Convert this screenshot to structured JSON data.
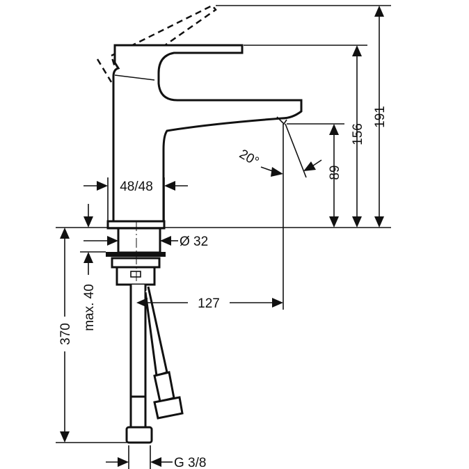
{
  "title": "Basin mixer dimension drawing",
  "dimensions": {
    "total_height": "191",
    "lever_height": "156",
    "spout_height": "89",
    "spout_reach": "127",
    "spout_angle": "20°",
    "body_width": "48/48",
    "shank_diameter": "Ø 32",
    "max_deck_thickness": "max. 40",
    "hose_length": "370",
    "connection_thread": "G 3/8"
  }
}
